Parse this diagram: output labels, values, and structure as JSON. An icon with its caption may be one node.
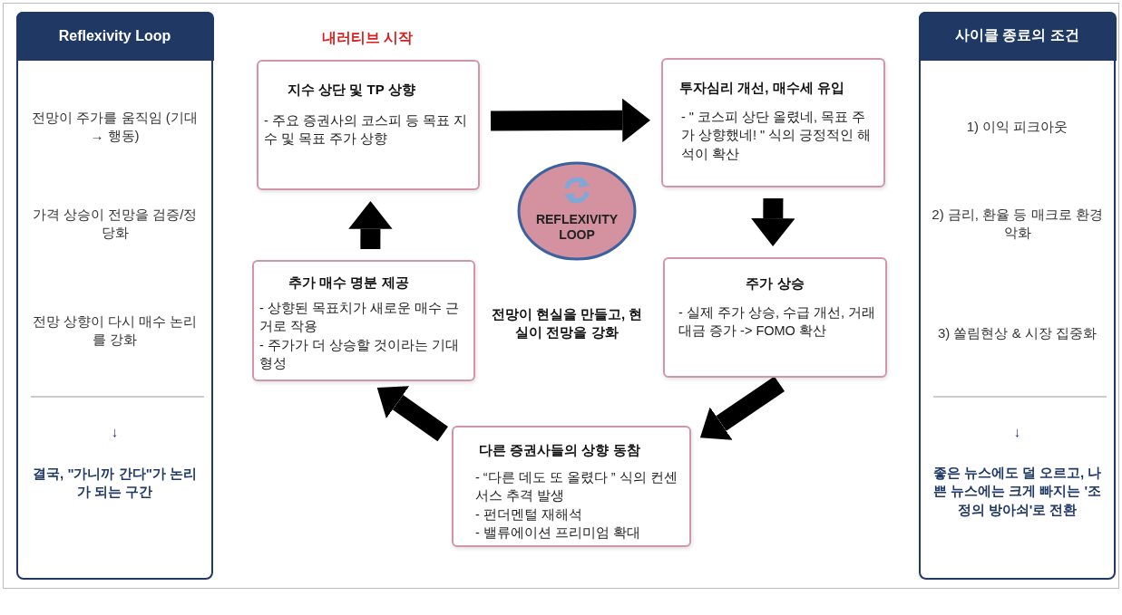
{
  "diagram": {
    "nodes": [
      {
        "text": [
          "Reflexivity Loop",
          "전망이 주가를 움직임 (기대 → 행동)",
          "가격 상승이 전망을 검증/정당화",
          "전망 상향이 다시 매수 논리를 강화",
          "↓",
          "결국, \"가니까 간다\"가 논리가 되는 구간"
        ]
      },
      {
        "text": [
          "지수 상단 및 TP 상향",
          "- 주요 증권사의 코스피 등 목표 지수 및 목표 주가 상향"
        ],
        "beside": [
          "내러티브 시작"
        ]
      },
      {
        "text": [
          "투자심리 개선, 매수세 유입",
          "- \" 코스피 상단 올렸네, 목표 주가 상향했네! \" 식의 긍정적인 해석이 확산"
        ]
      },
      {
        "text": [
          "주가 상승",
          "- 실제 주가 상승, 수급 개선, 거래대금 증가 -> FOMO 확산"
        ]
      },
      {
        "text": [
          "다른 증권사들의 상향 동참",
          "- “다른 데도 또 올렸다 ” 식의 컨센서스 추격 발생",
          "- 펀더멘털 재해석",
          "- 밸류에이션 프리미엄 확대"
        ]
      },
      {
        "text": [
          "추가 매수 명분 제공",
          "- 상향된 목표치가 새로운 매수 근거로 작용",
          "- 주가가 더 상승할 것이라는 기대 형성"
        ]
      },
      {
        "text": [
          "REFLEXIVITY LOOP"
        ]
      },
      {
        "text": [
          "사이클 종료의 조건",
          "1) 이익 피크아웃",
          "2) 금리, 환율 등 매크로 환경 악화",
          "3) 쏠림현상 & 시장 집중화",
          "↓",
          "좋은 뉴스에도 덜 오르고, 나쁜 뉴스에는 크게 빠지는 '조정의 방아쇠'로 전환"
        ]
      }
    ],
    "edges": [
      {
        "from": 1,
        "to": 2,
        "arrow": "to"
      },
      {
        "from": 2,
        "to": 3,
        "arrow": "to"
      },
      {
        "from": 3,
        "to": 4,
        "arrow": "to"
      },
      {
        "from": 4,
        "to": 5,
        "arrow": "to"
      },
      {
        "from": 5,
        "to": 1,
        "arrow": "to"
      }
    ],
    "labels": [
      "전망이 현실을 만들고, 현실이 전망을 강화"
    ]
  }
}
